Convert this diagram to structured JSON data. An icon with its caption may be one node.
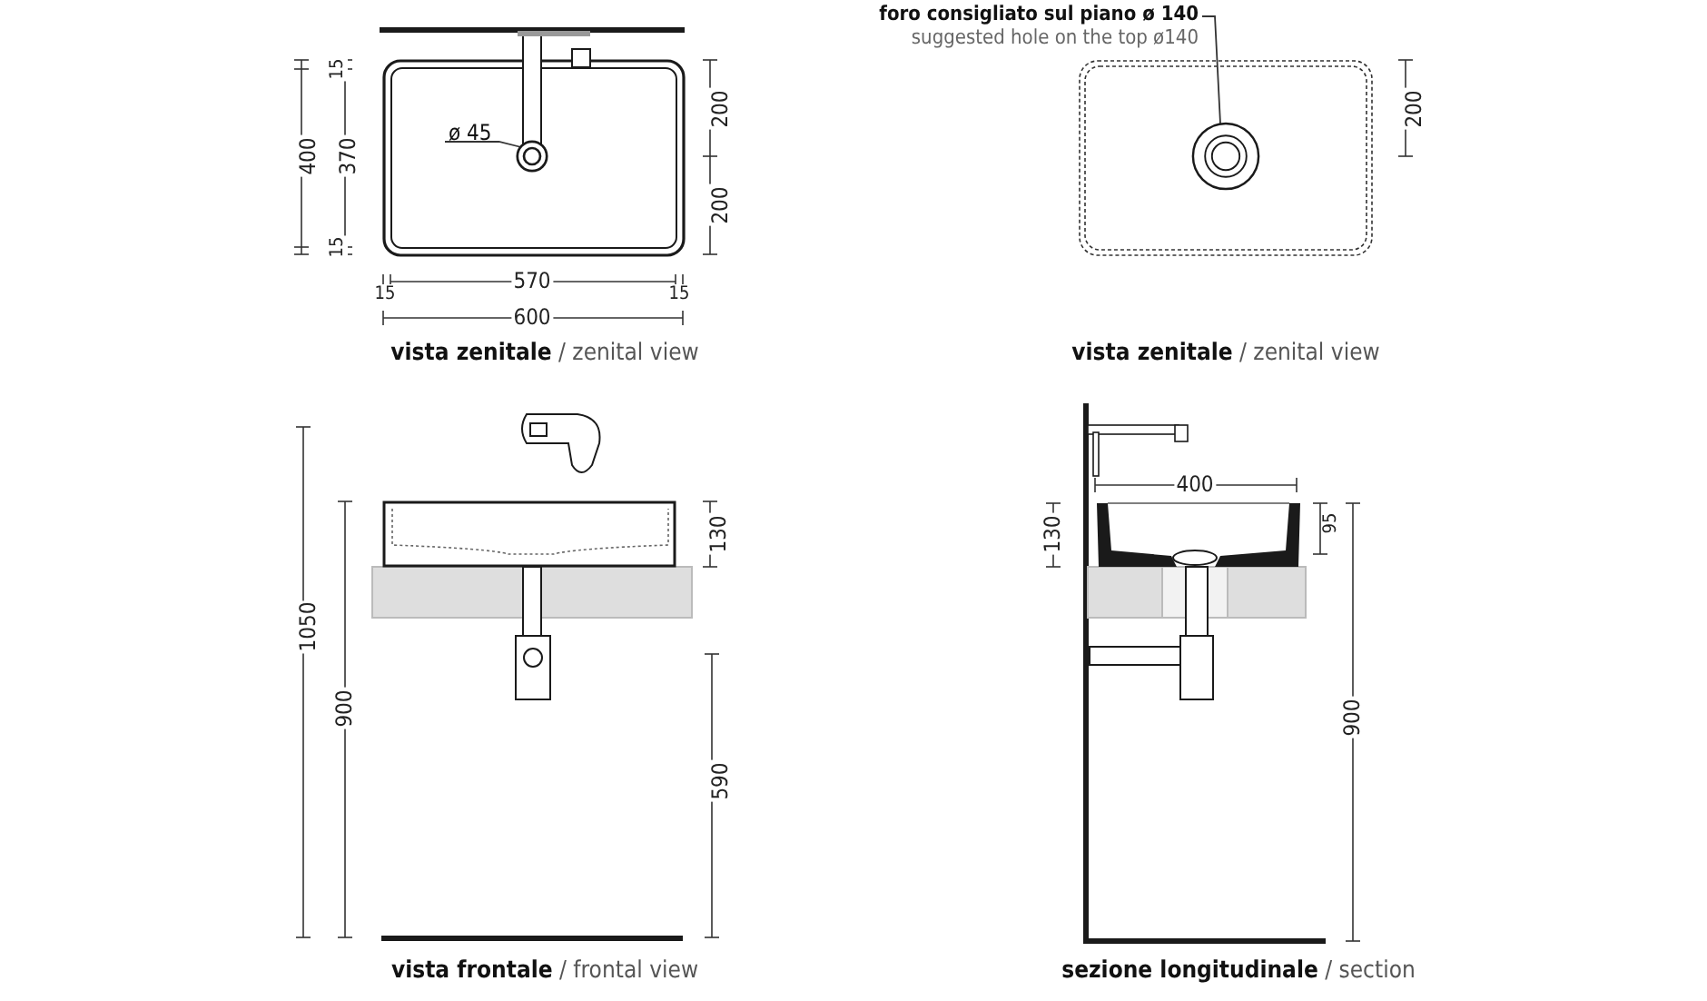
{
  "diagram": {
    "nodes": [
      {
        "text": [
          "foro consigliato sul piano ø 140",
          "suggested hole on the top ø140"
        ]
      },
      {
        "text": [],
        "shape": "circle"
      },
      {
        "text": [
          "ø 45"
        ]
      },
      {
        "text": [],
        "shape": "circle"
      }
    ],
    "edges": [
      {
        "from": 0,
        "to": 1,
        "arrow": "none"
      },
      {
        "from": 2,
        "to": 3,
        "arrow": "none"
      }
    ],
    "labels": [
      "15",
      "400",
      "370",
      "15",
      "200",
      "200",
      "15",
      "570",
      "15",
      "600",
      "**vista zenitale** / zenital view",
      "200",
      "**vista zenitale** / zenital view",
      "1050",
      "900",
      "130",
      "590",
      "**vista frontale** / frontal view",
      "400",
      "130",
      "95",
      "900",
      "**sezione longitudinale** / section"
    ]
  }
}
